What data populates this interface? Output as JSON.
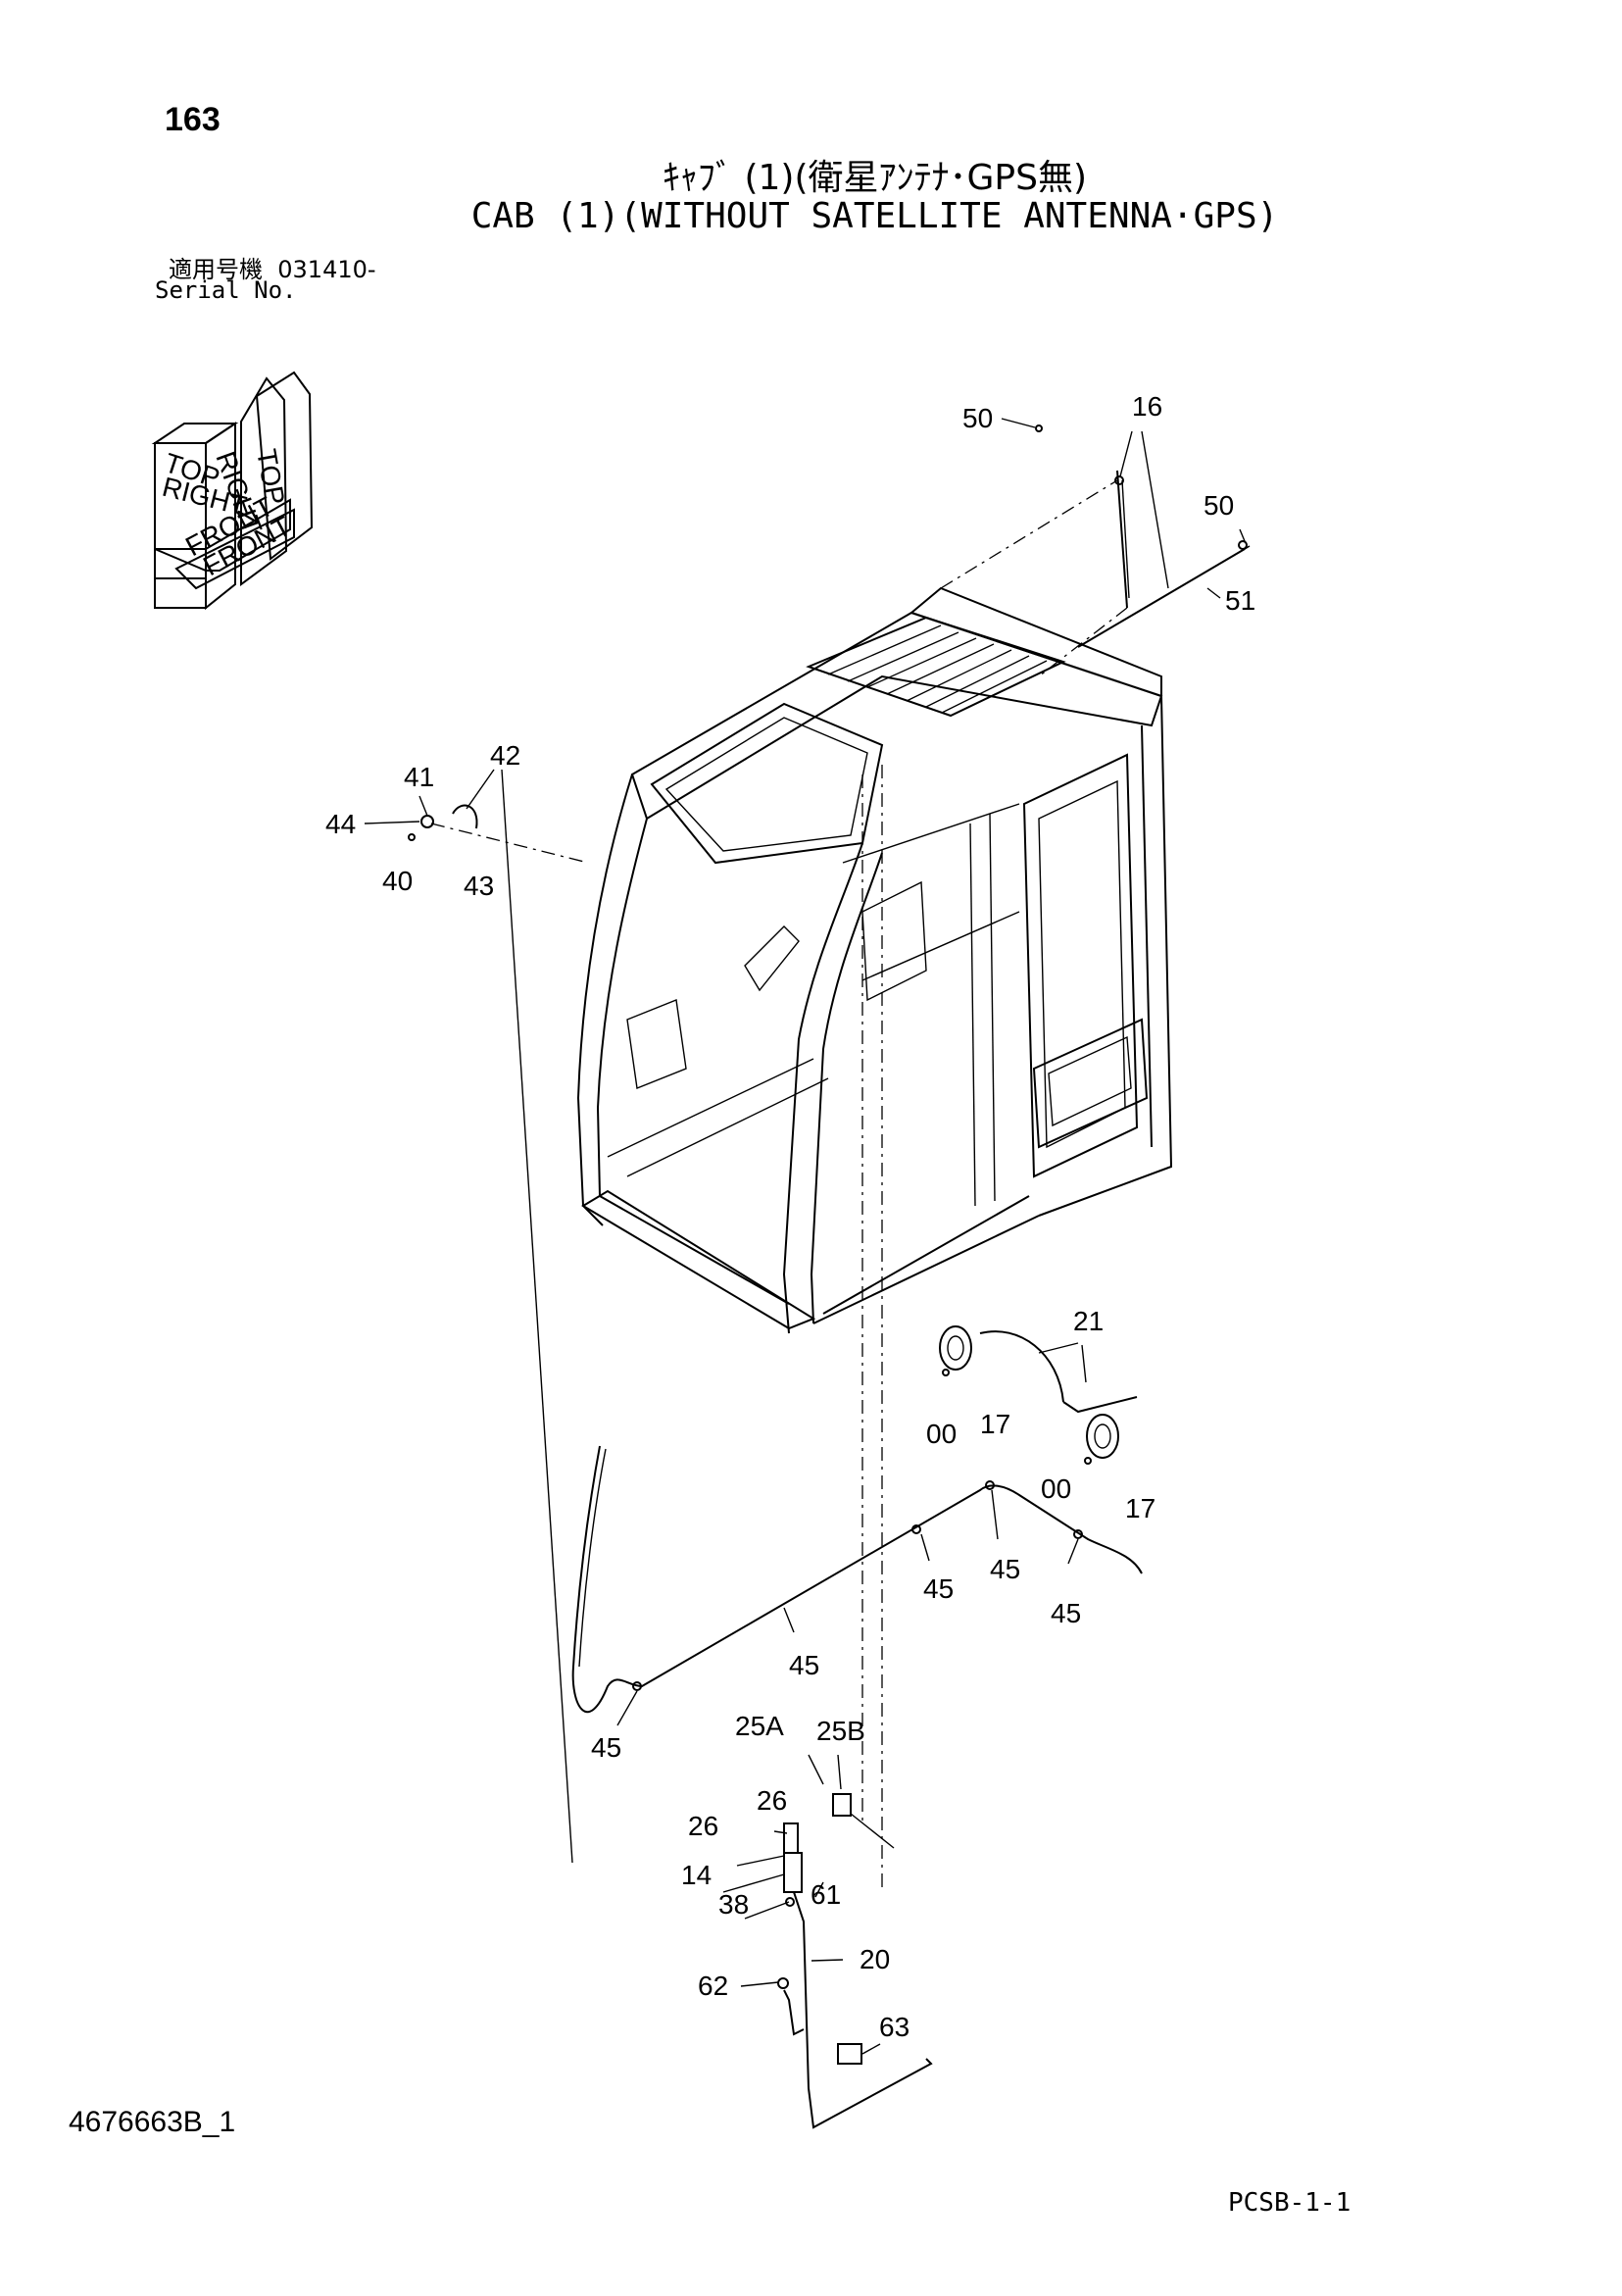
{
  "header": {
    "page_number": "163",
    "title_jp": "ｷｬﾌﾞ (1)(衛星ｱﾝﾃﾅ･GPS無)",
    "title_en": "CAB (1)(WITHOUT SATELLITE ANTENNA·GPS)",
    "serial_label_jp": "適用号機",
    "serial_value": "031410-",
    "serial_label_en": "Serial No."
  },
  "orientation_cube": {
    "labels": [
      "TOP",
      "TOP",
      "RIGHT",
      "RIGHT",
      "FRONT",
      "FRONT"
    ]
  },
  "callouts": {
    "c50a": "50",
    "c16": "16",
    "c50b": "50",
    "c51": "51",
    "c41": "41",
    "c42": "42",
    "c44": "44",
    "c40": "40",
    "c43": "43",
    "c21": "21",
    "c00a": "00",
    "c17a": "17",
    "c00b": "00",
    "c17b": "17",
    "c45a": "45",
    "c45b": "45",
    "c45c": "45",
    "c45d": "45",
    "c45e": "45",
    "c25A": "25A",
    "c25B": "25B",
    "c26a": "26",
    "c26b": "26",
    "c14": "14",
    "c38": "38",
    "c61": "61",
    "c20": "20",
    "c62": "62",
    "c63": "63"
  },
  "footer": {
    "doc_code": "4676663B_1",
    "sheet_code": "PCSB-1-1"
  }
}
